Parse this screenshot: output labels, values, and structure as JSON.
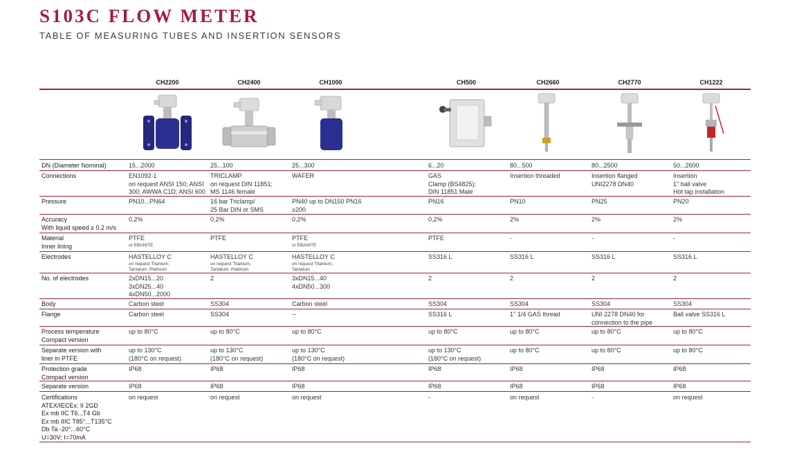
{
  "header": {
    "title": "S103C FLOW METER",
    "subtitle": "TABLE OF MEASURING TUBES AND INSERTION SENSORS"
  },
  "colors": {
    "accent": "#a31d3d",
    "tube_blue": "#2b2f8f",
    "steel": "#c8c8c8"
  },
  "models": [
    "CH2200",
    "CH2400",
    "CH1000",
    "CH500",
    "CH2660",
    "CH2770",
    "CH1222"
  ],
  "product_images": [
    "flanged-tube-image",
    "triclamp-tube-image",
    "wafer-tube-image",
    "clamp-box-image",
    "threaded-insertion-image",
    "flanged-insertion-image",
    "ball-valve-insertion-image"
  ],
  "rows": [
    {
      "label": [
        "DN (Diameter Nominal)"
      ],
      "cells": [
        [
          "15...2000"
        ],
        [
          "25...100"
        ],
        [
          "25...300"
        ],
        [
          "6...20"
        ],
        [
          "80...500"
        ],
        [
          "80...2500"
        ],
        [
          "50...2600"
        ]
      ]
    },
    {
      "label": [
        "Connections"
      ],
      "cells": [
        [
          "EN1092-1"
        ],
        [
          "TRICLAMP"
        ],
        [
          "WAFER"
        ],
        [
          "GAS"
        ],
        [
          "Insertion threaded"
        ],
        [
          "Insertion flanged"
        ],
        [
          "Insertion"
        ]
      ],
      "extra": [
        [
          "on request ANSI 150; ANSI",
          "300; AWWA C1D; ANSI 600"
        ],
        [
          "on request DIN 11851;",
          "MS 1146 female"
        ],
        [],
        [
          "Clamp (BS4825);",
          "DIN 11851 Male"
        ],
        [],
        [
          "UNI2278 DN40"
        ],
        [
          "1\" ball valve",
          "Hot tap installation"
        ]
      ]
    },
    {
      "label": [
        "Pressure"
      ],
      "cells": [
        [
          "PN10...PN64"
        ],
        [
          "16 bar Triclamp/",
          "25 Bar DIN or SMS"
        ],
        [
          "PN40 up to DN150 PN16",
          "≥200"
        ],
        [
          "PN16"
        ],
        [
          "PN10"
        ],
        [
          "PN25"
        ],
        [
          "PN20"
        ]
      ]
    },
    {
      "label": [
        "Accuracy",
        "With liquid speed ≥ 0.2 m/s"
      ],
      "cells": [
        [
          "0,2%"
        ],
        [
          "0,2%"
        ],
        [
          "0,2%"
        ],
        [
          "0,2%"
        ],
        [
          "2%"
        ],
        [
          "2%"
        ],
        [
          "2%"
        ]
      ]
    },
    {
      "label": [
        "Material",
        "Inner lining"
      ],
      "cells": [
        [
          "PTFE"
        ],
        [
          "PTFE"
        ],
        [
          "PTFE"
        ],
        [
          "PTFE"
        ],
        [
          "-"
        ],
        [
          "-"
        ],
        [
          "-"
        ]
      ],
      "small": [
        [
          "or EBANITE"
        ],
        [],
        [
          "or EBANITE"
        ],
        [],
        [],
        [],
        []
      ]
    },
    {
      "label": [
        "Electrodes"
      ],
      "cells": [
        [
          "HASTELLOY C"
        ],
        [
          "HASTELLOY C"
        ],
        [
          "HASTELLOY C"
        ],
        [
          "SS316 L"
        ],
        [
          "SS316 L"
        ],
        [
          "SS316 L"
        ],
        [
          "SS316 L"
        ]
      ],
      "small": [
        [
          "on request Titanium,",
          "Tantalum, Platinum"
        ],
        [
          "on request Titanium,",
          "Tantalum, Platinum"
        ],
        [
          "on request Titanium,",
          "Tantalum"
        ],
        [],
        [],
        [],
        []
      ]
    },
    {
      "label": [
        "No. of electrodes"
      ],
      "cells": [
        [
          "2xDN15...20",
          "3xDN25...40",
          "4xDN50...2000"
        ],
        [
          "2"
        ],
        [
          "3xDN15...40",
          "4xDN50...300"
        ],
        [
          "2"
        ],
        [
          "2"
        ],
        [
          "2"
        ],
        [
          "2"
        ]
      ]
    },
    {
      "label": [
        "Body"
      ],
      "cells": [
        [
          "Carbon steel"
        ],
        [
          "SS304"
        ],
        [
          "Carbon steel"
        ],
        [
          "SS304"
        ],
        [
          "SS304"
        ],
        [
          "SS304"
        ],
        [
          "SS304"
        ]
      ]
    },
    {
      "label": [
        "Flange"
      ],
      "cells": [
        [
          "Carbon steel"
        ],
        [
          "SS304"
        ],
        [
          "--"
        ],
        [
          "SS316 L"
        ],
        [
          "1\" 1/4 GAS thread"
        ],
        [
          "UNI 2278 DN40 for",
          "connection to the pipe"
        ],
        [
          "Ball valve SS316 L"
        ]
      ]
    },
    {
      "label": [
        "Process temperature",
        "Compact version"
      ],
      "cells": [
        [
          "up to 80°C"
        ],
        [
          "up to 80°C"
        ],
        [
          "up to 80°C"
        ],
        [
          "up to 80°C"
        ],
        [
          "up to 80°C"
        ],
        [
          "up to 80°C"
        ],
        [
          "up to 80°C"
        ]
      ]
    },
    {
      "label": [
        "Separate version with",
        "liner in PTFE"
      ],
      "cells": [
        [
          "up to 130°C",
          "(180°C on request)"
        ],
        [
          "up to 130°C",
          "(180°C on request)"
        ],
        [
          "up to 130°C",
          "(180°C on request)"
        ],
        [
          "up to 130°C",
          "(180°C on request)"
        ],
        [
          "up to 80°C"
        ],
        [
          "up to 80°C"
        ],
        [
          "up to 80°C"
        ]
      ]
    },
    {
      "label": [
        "Protection grade",
        "Compact version"
      ],
      "cells": [
        [
          "IP68"
        ],
        [
          "IP68"
        ],
        [
          "IP68"
        ],
        [
          "IP68"
        ],
        [
          "IP68"
        ],
        [
          "IP68"
        ],
        [
          "IP68"
        ]
      ]
    },
    {
      "label": [
        "Separate version"
      ],
      "cells": [
        [
          "IP68"
        ],
        [
          "IP68"
        ],
        [
          "IP68"
        ],
        [
          "IP68"
        ],
        [
          "IP68"
        ],
        [
          "IP68"
        ],
        [
          "IP68"
        ]
      ]
    },
    {
      "label": [
        "Certifications",
        "ATEX/IECEx: II 2GD",
        "Ex mb IIC T6...T4 Gb",
        "Ex mb IIIC T85°...T135°C",
        "Db Ta -20°...60°C",
        "U=30V; I=70mA"
      ],
      "cells": [
        [
          "on request"
        ],
        [
          "on request"
        ],
        [
          "on request"
        ],
        [
          "-"
        ],
        [
          "on request"
        ],
        [
          "-"
        ],
        [
          "on request"
        ]
      ]
    }
  ]
}
